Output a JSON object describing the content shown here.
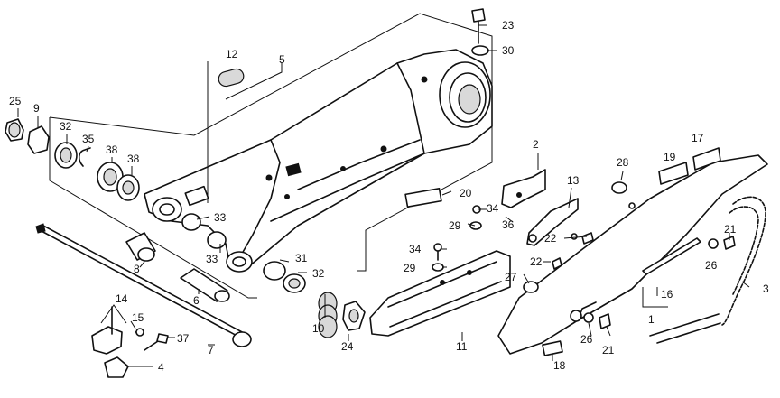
{
  "diagram": {
    "callouts": [
      {
        "id": "c1",
        "label": "1"
      },
      {
        "id": "c2",
        "label": "2"
      },
      {
        "id": "c3",
        "label": "3"
      },
      {
        "id": "c4",
        "label": "4"
      },
      {
        "id": "c5",
        "label": "5"
      },
      {
        "id": "c6",
        "label": "6"
      },
      {
        "id": "c7",
        "label": "7"
      },
      {
        "id": "c8",
        "label": "8"
      },
      {
        "id": "c9",
        "label": "9"
      },
      {
        "id": "c10",
        "label": "10"
      },
      {
        "id": "c11",
        "label": "11"
      },
      {
        "id": "c12",
        "label": "12"
      },
      {
        "id": "c13",
        "label": "13"
      },
      {
        "id": "c14",
        "label": "14"
      },
      {
        "id": "c15",
        "label": "15"
      },
      {
        "id": "c16",
        "label": "16"
      },
      {
        "id": "c17",
        "label": "17"
      },
      {
        "id": "c18",
        "label": "18"
      },
      {
        "id": "c19",
        "label": "19"
      },
      {
        "id": "c20",
        "label": "20"
      },
      {
        "id": "c21a",
        "label": "21"
      },
      {
        "id": "c21b",
        "label": "21"
      },
      {
        "id": "c22a",
        "label": "22"
      },
      {
        "id": "c22b",
        "label": "22"
      },
      {
        "id": "c23",
        "label": "23"
      },
      {
        "id": "c24",
        "label": "24"
      },
      {
        "id": "c25",
        "label": "25"
      },
      {
        "id": "c26a",
        "label": "26"
      },
      {
        "id": "c26b",
        "label": "26"
      },
      {
        "id": "c27",
        "label": "27"
      },
      {
        "id": "c28",
        "label": "28"
      },
      {
        "id": "c29a",
        "label": "29"
      },
      {
        "id": "c29b",
        "label": "29"
      },
      {
        "id": "c30",
        "label": "30"
      },
      {
        "id": "c31",
        "label": "31"
      },
      {
        "id": "c32a",
        "label": "32"
      },
      {
        "id": "c32b",
        "label": "32"
      },
      {
        "id": "c33a",
        "label": "33"
      },
      {
        "id": "c33b",
        "label": "33"
      },
      {
        "id": "c34a",
        "label": "34"
      },
      {
        "id": "c34b",
        "label": "34"
      },
      {
        "id": "c35",
        "label": "35"
      },
      {
        "id": "c36",
        "label": "36"
      },
      {
        "id": "c37",
        "label": "37"
      },
      {
        "id": "c38a",
        "label": "38"
      },
      {
        "id": "c38b",
        "label": "38"
      }
    ]
  }
}
